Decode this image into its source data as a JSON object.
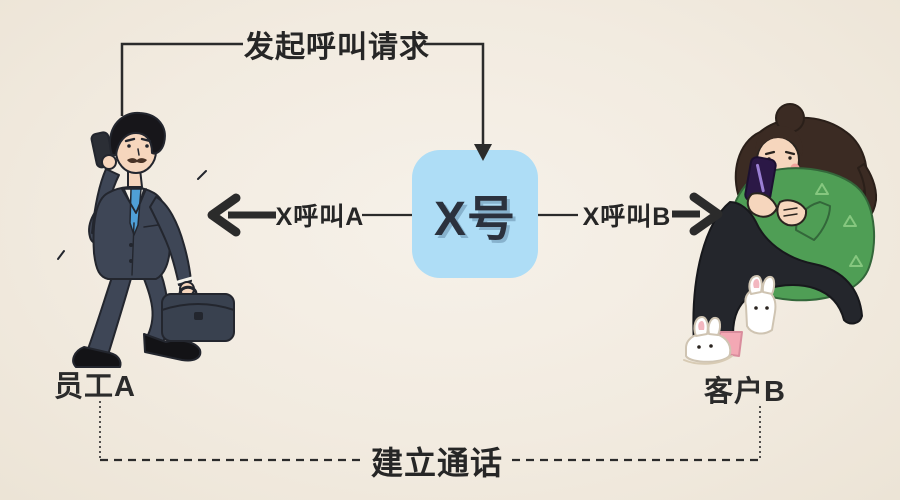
{
  "labels": {
    "top_flow": "发起呼叫请求",
    "center_box": "X号",
    "left_flow": "X呼叫A",
    "right_flow": "X呼叫B",
    "bottom_flow": "建立通话",
    "left_actor": "员工A",
    "right_actor": "客户B"
  },
  "icons": {
    "left_actor": "businessman-walking-on-phone-with-briefcase-illustration",
    "right_actor": "woman-sitting-using-phone-bunny-slippers-illustration",
    "top_arrow": "down-arrow-icon",
    "left_arrow": "left-arrow-icon",
    "right_arrow": "right-arrow-icon"
  },
  "colors": {
    "background": "#f2ebe0",
    "box_fill": "#aeddf6",
    "box_text": "#2b313d",
    "line_ink": "#2b2b2b",
    "suit": "#3e4656",
    "tie": "#4f9fd6",
    "sweater": "#4f9e55",
    "pants": "#24262c",
    "phone": "#2b1846",
    "skin": "#f6d6bd"
  }
}
